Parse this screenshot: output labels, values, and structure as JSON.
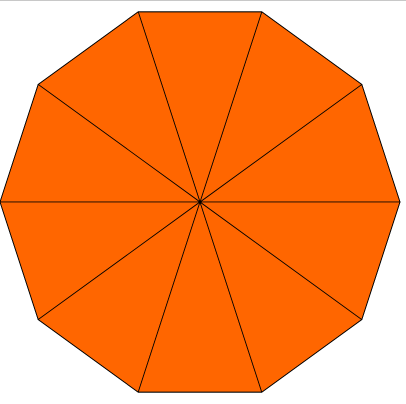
{
  "figure": {
    "shape": "regular-decagon",
    "sides": 10,
    "segments": 10,
    "fill_color": "#FF6600",
    "stroke_color": "#000000",
    "background_color": "#FFFFFF"
  }
}
